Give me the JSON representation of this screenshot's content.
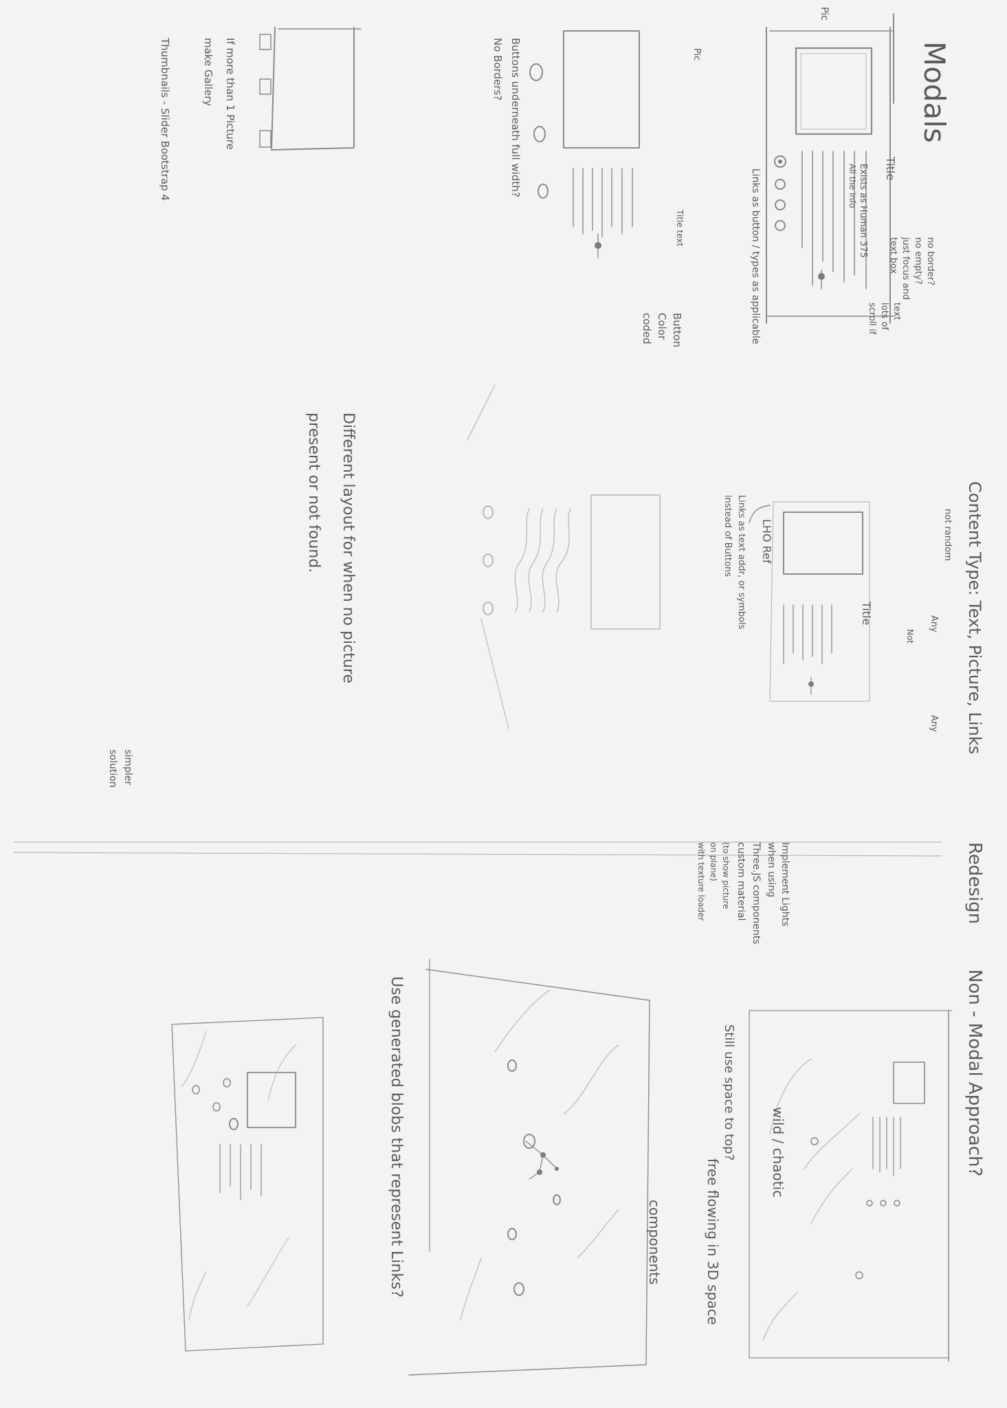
{
  "modals_section": {
    "heading": "Modals",
    "title_label": "Title",
    "sketch_a": {
      "side_label": "Pic",
      "body_label": "Exists as Human 375",
      "body_line_2": "All the info",
      "links_note": "Links as button / types as applicable",
      "no_borders_note": [
        "no border?",
        "no empty?",
        "just focus and",
        "text box"
      ],
      "scroll_note": [
        "scroll if",
        "lots of",
        "text"
      ]
    },
    "sketch_b": {
      "top_label": "Pic",
      "title_label": "Title text",
      "button_note": [
        "Button",
        "Color",
        "coded"
      ],
      "bottom_note": [
        "Buttons underneath full width?",
        "No Borders?"
      ]
    },
    "sketch_c": {
      "note": [
        "If more than 1 Picture",
        "make Gallery",
        "Thumbnails - Slider Bootstrap 4"
      ]
    }
  },
  "content_section": {
    "heading": "Content Type: Text, Picture, Links",
    "sub_labels": [
      "not random",
      "Any",
      "Any",
      "Not"
    ],
    "sketch_d": {
      "image_label": "LHO Ref",
      "title_label": "Title",
      "links_note": [
        "Links as text addr, or symbols",
        "instead of Buttons"
      ]
    },
    "different_layout_note": [
      "Different layout for when no picture",
      "present or not found."
    ]
  },
  "redesign_section": {
    "heading": "Redesign",
    "non_modal_heading": "Non - Modal Approach?",
    "still_use_note": "Still use space to top?",
    "generated_blobs_note": "Use generated blobs that represent Links?",
    "implement_note": [
      "Implement Lights",
      "when using",
      "Three.JS components",
      "custom material",
      "(to show picture",
      "on plane)",
      "with texture loader"
    ],
    "simpler_note": [
      "simpler",
      "solution"
    ],
    "wild_note": "wild / chaotic",
    "free_flowing_note": "free flowing in 3D space",
    "components_note": "components"
  }
}
